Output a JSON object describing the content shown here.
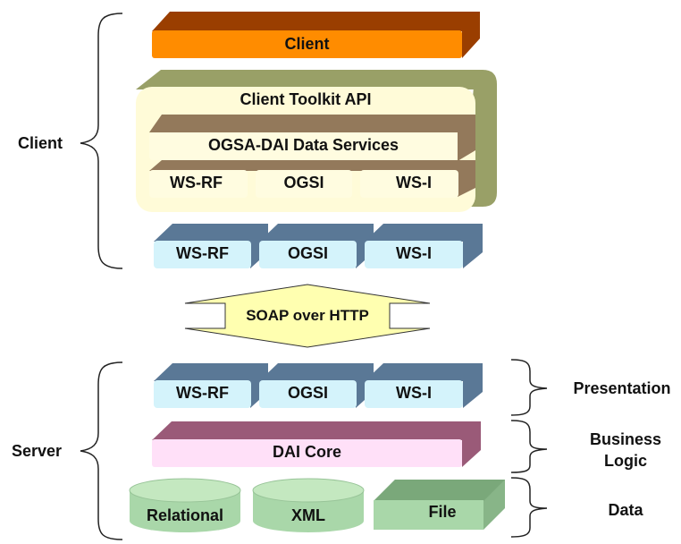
{
  "colors": {
    "client_front": "#ff8c00",
    "client_side": "#9a3e00",
    "toolkit_back": "#99a067",
    "toolkit_front": "#fffbd8",
    "services_side": "#93795b",
    "services_front": "#fffce0",
    "ws_side": "#5a7896",
    "ws_front": "#d4f3fb",
    "core_side": "#9a5a78",
    "core_front": "#ffe0f8",
    "data_front": "#a9d7a9",
    "data_top": "#c4e8c0",
    "data_side": "#88b588",
    "arrow_fill": "#ffffb0"
  },
  "left_groups": [
    {
      "label": "Client"
    },
    {
      "label": "Server"
    }
  ],
  "client_box": {
    "label": "Client"
  },
  "toolkit": {
    "label": "Client Toolkit API",
    "services_label": "OGSA-DAI Data Services",
    "protocols": [
      "WS-RF",
      "OGSI",
      "WS-I"
    ]
  },
  "client_protocols": [
    "WS-RF",
    "OGSI",
    "WS-I"
  ],
  "transport": {
    "label": "SOAP over HTTP"
  },
  "server_protocols": [
    "WS-RF",
    "OGSI",
    "WS-I"
  ],
  "core": {
    "label": "DAI Core"
  },
  "data_sources": [
    {
      "label": "Relational",
      "shape": "cylinder"
    },
    {
      "label": "XML",
      "shape": "cylinder"
    },
    {
      "label": "File",
      "shape": "box"
    }
  ],
  "tiers": [
    {
      "label": "Presentation"
    },
    {
      "label": "Business Logic"
    },
    {
      "label": "Data"
    }
  ]
}
